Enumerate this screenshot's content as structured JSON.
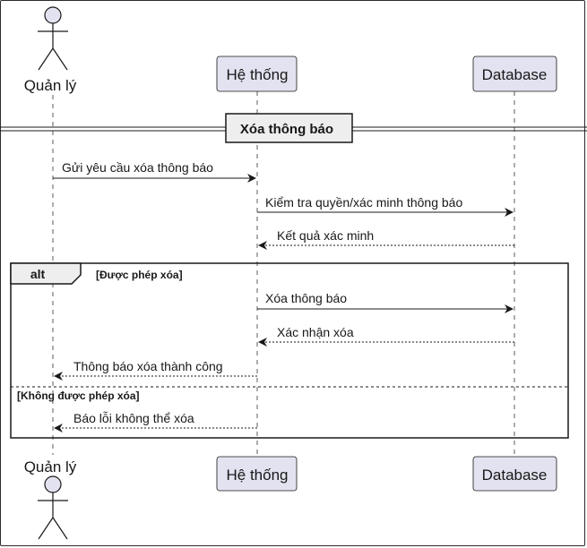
{
  "participants": {
    "actor": "Quản lý",
    "system": "Hệ thống",
    "database": "Database"
  },
  "divider": "Xóa thông báo",
  "messages": [
    "Gửi yêu cầu xóa thông báo",
    "Kiểm tra quyền/xác minh thông báo",
    "Kết quả xác minh",
    "Xóa thông báo",
    "Xác nhận xóa",
    "Thông báo xóa thành công",
    "Báo lỗi không thể xóa"
  ],
  "alt": {
    "keyword": "alt",
    "guard1": "[Được phép xóa]",
    "guard2": "[Không được phép xóa]"
  },
  "colors": {
    "participant_fill": "#E2E2F0",
    "border": "#181818",
    "lifeline": "#181818"
  }
}
